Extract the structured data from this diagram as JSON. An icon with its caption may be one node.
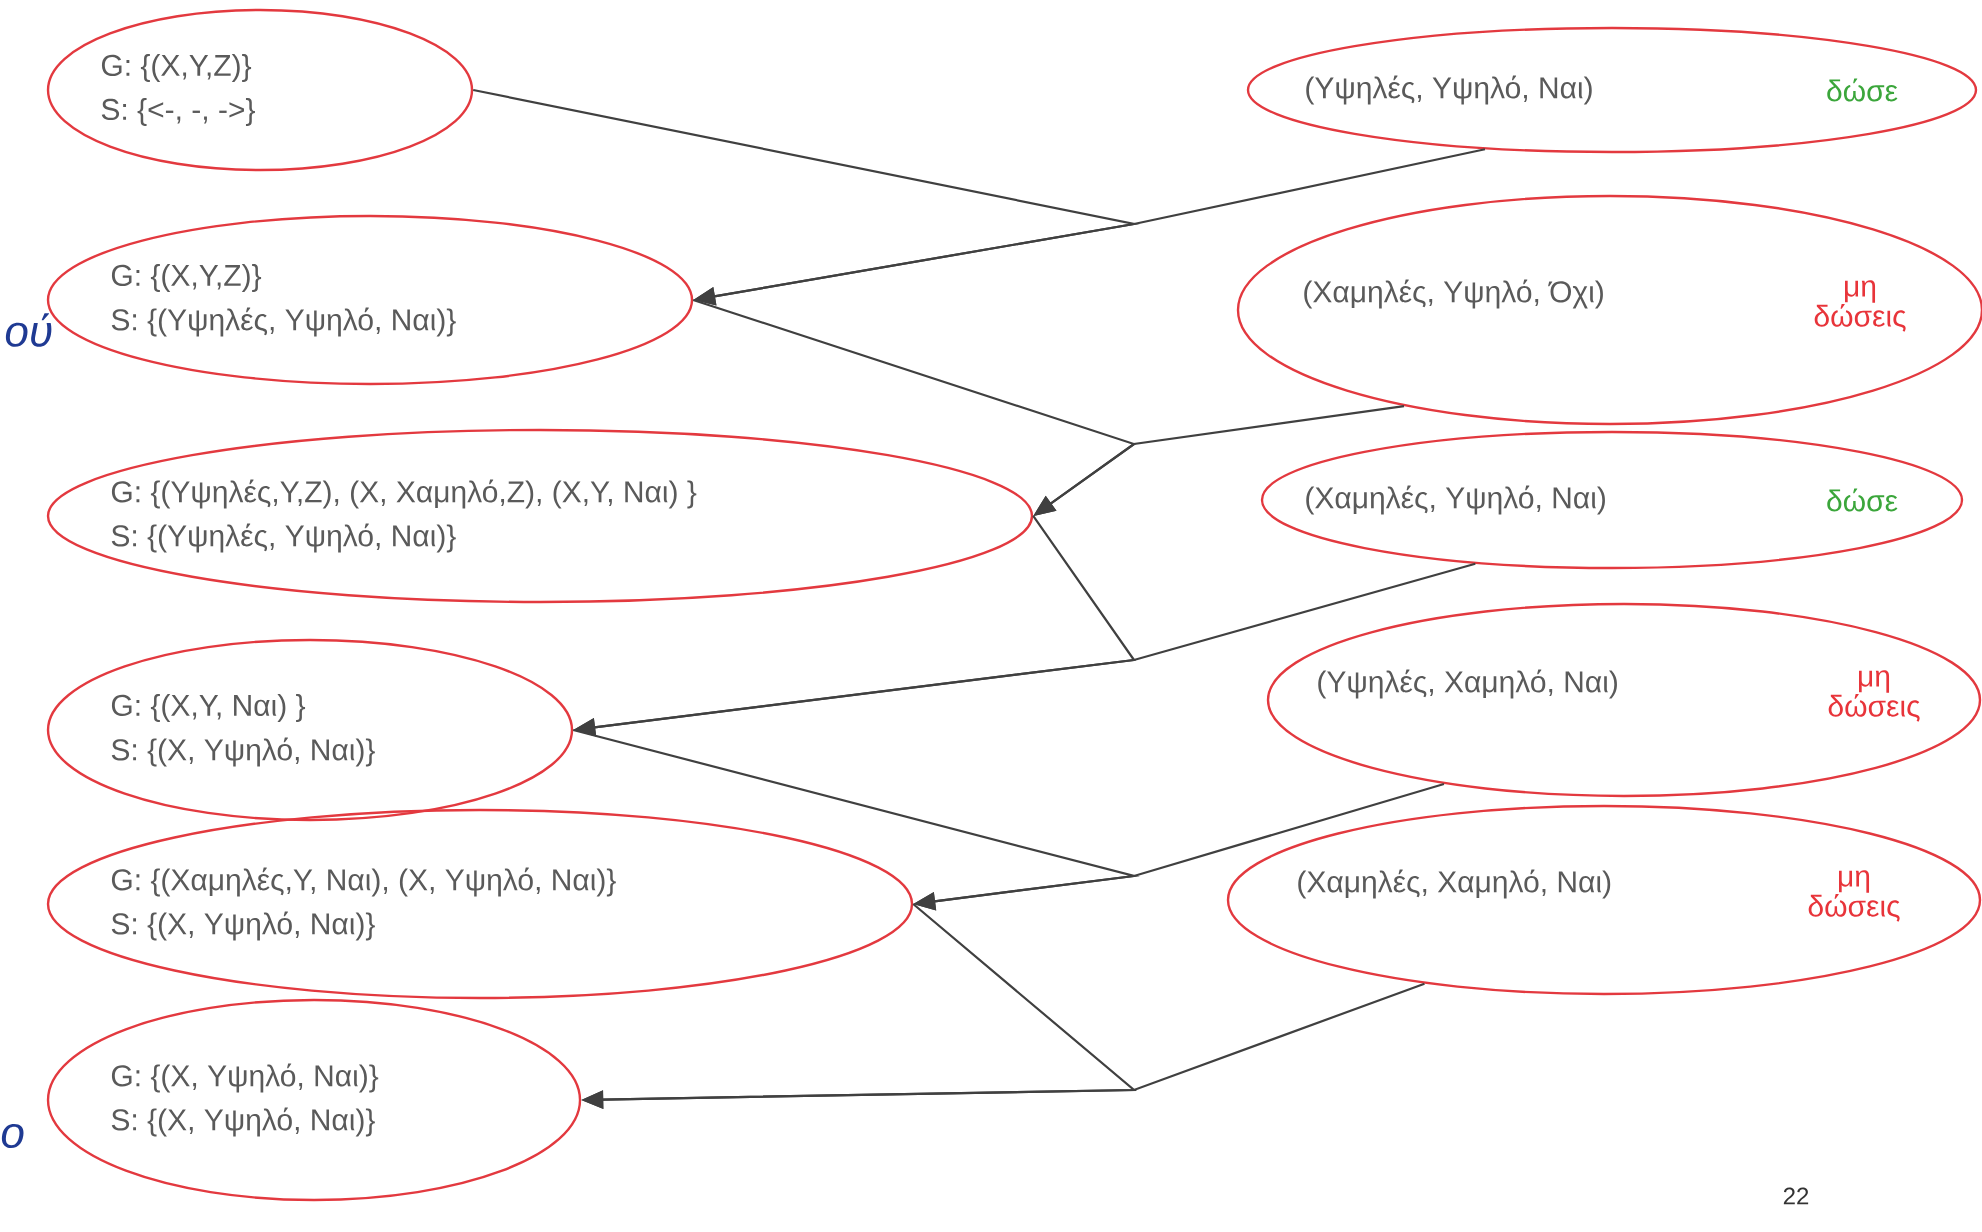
{
  "diagram": {
    "nodes": [
      {
        "text": [
          "G: {(X,Y,Z)}",
          "S: {<-, -, ->}"
        ]
      },
      {
        "text": [
          "G: {(X,Y,Z)}",
          "S: {(Υψηλές, Υψηλό, Ναι)}"
        ]
      },
      {
        "text": [
          "G: {(Υψηλές,Y,Z), (X, Χαμηλό,Z), (X,Y, Ναι) }",
          "S: {(Υψηλές, Υψηλό, Ναι)}"
        ]
      },
      {
        "text": [
          "G: {(X,Y, Ναι) }",
          "S: {(X, Υψηλό, Ναι)}"
        ]
      },
      {
        "text": [
          "G: {(Χαμηλές,Y, Ναι), (X, Υψηλό, Ναι)}",
          "S: {(X, Υψηλό, Ναι)}"
        ]
      },
      {
        "text": [
          "G: {(X, Υψηλό, Ναι)}",
          "S: {(X, Υψηλό, Ναι)}"
        ]
      },
      {
        "text": [
          "(Υψηλές, Υψηλό, Ναι)",
          "δώσε"
        ]
      },
      {
        "text": [
          "(Χαμηλές, Υψηλό, Όχι)",
          "μη δώσεις"
        ]
      },
      {
        "text": [
          "(Χαμηλές, Υψηλό, Ναι)",
          "δώσε"
        ]
      },
      {
        "text": [
          "(Υψηλές, Χαμηλό, Ναι)",
          "μη δώσεις"
        ]
      },
      {
        "text": [
          "(Χαμηλές, Χαμηλό, Ναι)",
          "μη δώσεις"
        ]
      }
    ],
    "edges": [
      {
        "from": 6,
        "to": 1,
        "arrow": "to"
      },
      {
        "from": 0,
        "to": 1,
        "arrow": "to"
      },
      {
        "from": 7,
        "to": 2,
        "arrow": "to"
      },
      {
        "from": 1,
        "to": 2,
        "arrow": "to"
      },
      {
        "from": 8,
        "to": 3,
        "arrow": "to"
      },
      {
        "from": 2,
        "to": 3,
        "arrow": "to"
      },
      {
        "from": 9,
        "to": 4,
        "arrow": "to"
      },
      {
        "from": 3,
        "to": 4,
        "arrow": "to"
      },
      {
        "from": 10,
        "to": 5,
        "arrow": "to"
      },
      {
        "from": 4,
        "to": 5,
        "arrow": "to"
      }
    ],
    "labels": [
      "ού",
      "ο",
      "22"
    ]
  }
}
